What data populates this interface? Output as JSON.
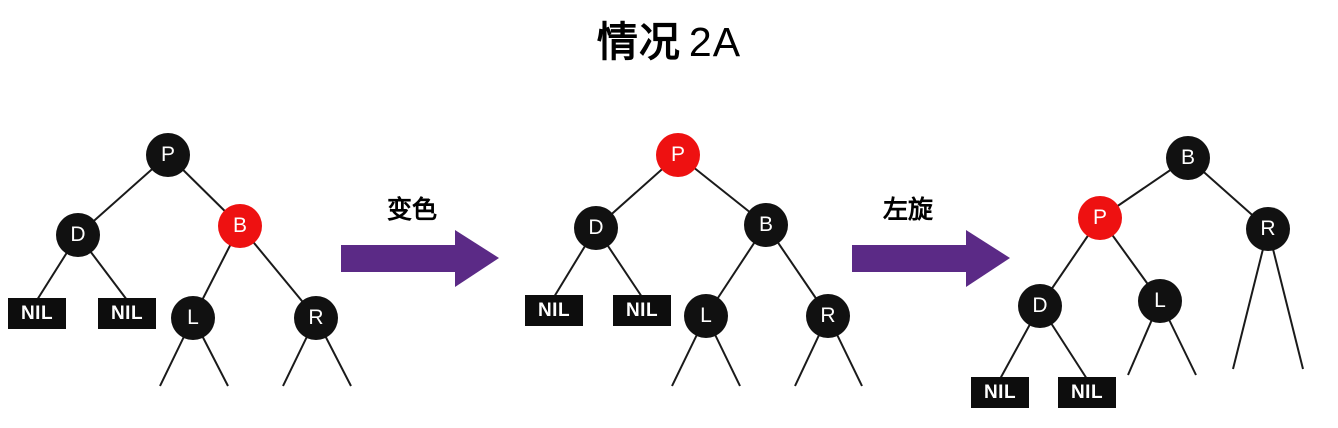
{
  "title": {
    "main": "情况",
    "suffix": "2A"
  },
  "colors": {
    "arrow": "#5b2a86",
    "edge": "#1a1a1a",
    "nil-bg": "#0d0d0d",
    "node-black": "#111111",
    "node-red": "#ee1111"
  },
  "arrows": [
    {
      "label": "变色"
    },
    {
      "label": "左旋"
    }
  ],
  "trees": [
    {
      "name": "tree-initial",
      "nodes": [
        {
          "label": "P",
          "color": "#111111"
        },
        {
          "label": "D",
          "color": "#111111"
        },
        {
          "label": "B",
          "color": "#ee1111"
        },
        {
          "label": "L",
          "color": "#111111"
        },
        {
          "label": "R",
          "color": "#111111"
        }
      ],
      "nils": [
        "NIL",
        "NIL"
      ]
    },
    {
      "name": "tree-after-recolor",
      "nodes": [
        {
          "label": "P",
          "color": "#ee1111"
        },
        {
          "label": "D",
          "color": "#111111"
        },
        {
          "label": "B",
          "color": "#111111"
        },
        {
          "label": "L",
          "color": "#111111"
        },
        {
          "label": "R",
          "color": "#111111"
        }
      ],
      "nils": [
        "NIL",
        "NIL"
      ]
    },
    {
      "name": "tree-after-left-rotation",
      "nodes": [
        {
          "label": "B",
          "color": "#111111"
        },
        {
          "label": "P",
          "color": "#ee1111"
        },
        {
          "label": "R",
          "color": "#111111"
        },
        {
          "label": "D",
          "color": "#111111"
        },
        {
          "label": "L",
          "color": "#111111"
        }
      ],
      "nils": [
        "NIL",
        "NIL"
      ]
    }
  ]
}
